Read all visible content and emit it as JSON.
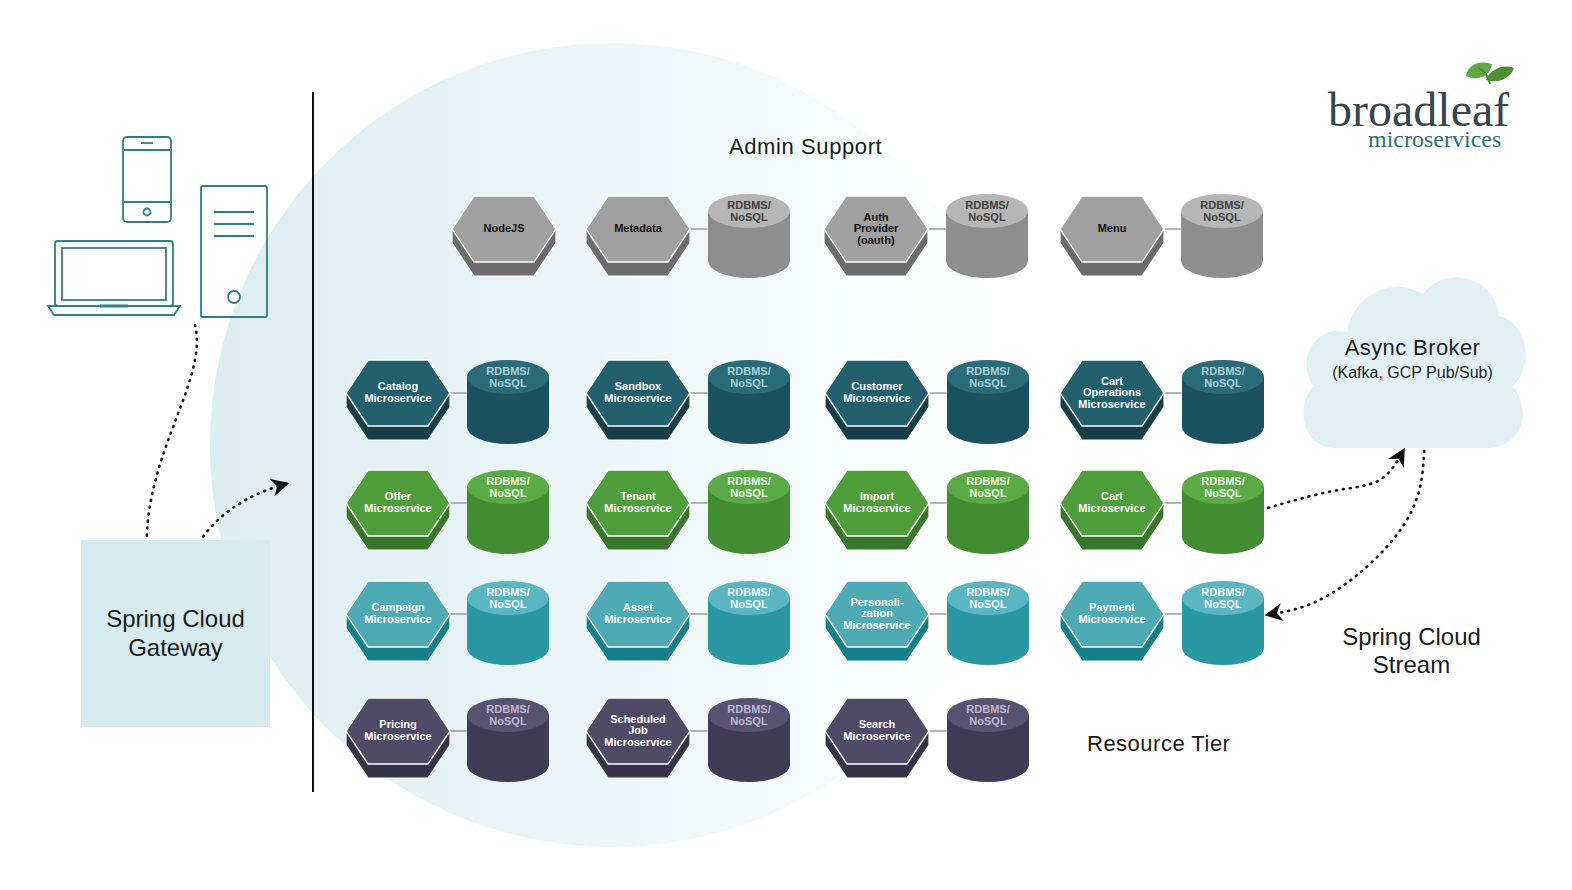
{
  "diagram": {
    "nodes": [
      {
        "text": [
          "Spring Cloud Gateway"
        ]
      },
      {
        "text": [
          "NodeJS"
        ]
      },
      {
        "text": [
          "Metadata"
        ]
      },
      {
        "text": [
          "RDBMS/ NoSQL"
        ]
      },
      {
        "text": [
          "Auth Provider (oauth)"
        ]
      },
      {
        "text": [
          "RDBMS/ NoSQL"
        ]
      },
      {
        "text": [
          "Menu"
        ]
      },
      {
        "text": [
          "RDBMS/ NoSQL"
        ]
      },
      {
        "text": [
          "Async Broker",
          "(Kafka, GCP Pub/Sub)"
        ]
      },
      {
        "text": [
          "Catalog Microservice"
        ]
      },
      {
        "text": [
          "RDBMS/ NoSQL"
        ]
      },
      {
        "text": [
          "Sandbox Microservice"
        ]
      },
      {
        "text": [
          "RDBMS/ NoSQL"
        ]
      },
      {
        "text": [
          "Customer Microservice"
        ]
      },
      {
        "text": [
          "RDBMS/ NoSQL"
        ]
      },
      {
        "text": [
          "Cart Operations Microservice"
        ]
      },
      {
        "text": [
          "RDBMS/ NoSQL"
        ]
      },
      {
        "text": [
          "Offer Microservice"
        ]
      },
      {
        "text": [
          "RDBMS/ NoSQL"
        ]
      },
      {
        "text": [
          "Tenant Microservice"
        ]
      },
      {
        "text": [
          "RDBMS/ NoSQL"
        ]
      },
      {
        "text": [
          "Import Microservice"
        ]
      },
      {
        "text": [
          "RDBMS/ NoSQL"
        ]
      },
      {
        "text": [
          "Cart Microservice"
        ]
      },
      {
        "text": [
          "RDBMS/ NoSQL"
        ]
      },
      {
        "text": [
          "Campaign Microservice"
        ]
      },
      {
        "text": [
          "RDBMS/ NoSQL"
        ]
      },
      {
        "text": [
          "Asset Microservice"
        ]
      },
      {
        "text": [
          "RDBMS/ NoSQL"
        ]
      },
      {
        "text": [
          "Personali- zation Microservice"
        ]
      },
      {
        "text": [
          "RDBMS/ NoSQL"
        ]
      },
      {
        "text": [
          "Payment Microservice"
        ]
      },
      {
        "text": [
          "RDBMS/ NoSQL"
        ]
      },
      {
        "text": [
          "Pricing Microservice"
        ]
      },
      {
        "text": [
          "RDBMS/ NoSQL"
        ]
      },
      {
        "text": [
          "Scheduled Job Microservice"
        ]
      },
      {
        "text": [
          "RDBMS/ NoSQL"
        ]
      },
      {
        "text": [
          "Search Microservice"
        ]
      },
      {
        "text": [
          "RDBMS/ NoSQL"
        ]
      }
    ],
    "edges": [
      {
        "from": 2,
        "to": 3,
        "arrow": "none"
      },
      {
        "from": 4,
        "to": 5,
        "arrow": "none"
      },
      {
        "from": 6,
        "to": 7,
        "arrow": "none"
      },
      {
        "from": 9,
        "to": 10,
        "arrow": "none"
      },
      {
        "from": 11,
        "to": 12,
        "arrow": "none"
      },
      {
        "from": 13,
        "to": 14,
        "arrow": "none"
      },
      {
        "from": 15,
        "to": 16,
        "arrow": "none"
      },
      {
        "from": 17,
        "to": 18,
        "arrow": "none"
      },
      {
        "from": 19,
        "to": 20,
        "arrow": "none"
      },
      {
        "from": 21,
        "to": 22,
        "arrow": "none"
      },
      {
        "from": 23,
        "to": 24,
        "arrow": "none"
      },
      {
        "from": 25,
        "to": 26,
        "arrow": "none"
      },
      {
        "from": 27,
        "to": 28,
        "arrow": "none"
      },
      {
        "from": 29,
        "to": 30,
        "arrow": "none"
      },
      {
        "from": 31,
        "to": 32,
        "arrow": "none"
      },
      {
        "from": 33,
        "to": 34,
        "arrow": "none"
      },
      {
        "from": 35,
        "to": 36,
        "arrow": "none"
      },
      {
        "from": 37,
        "to": 38,
        "arrow": "none"
      },
      {
        "from": 24,
        "to": 8,
        "arrow": "to"
      },
      {
        "from": 8,
        "to": 32,
        "arrow": "to"
      }
    ],
    "labels": [
      "Admin Support",
      "Resource Tier",
      "Spring Cloud Stream",
      "broadleaf",
      "microservices"
    ]
  }
}
